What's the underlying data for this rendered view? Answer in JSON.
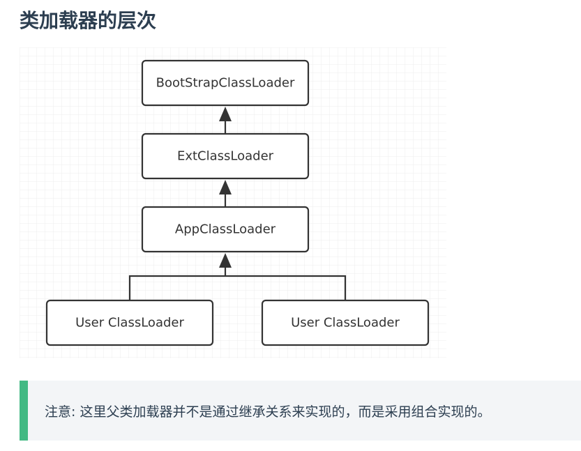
{
  "page": {
    "title": "类加载器的层次"
  },
  "diagram": {
    "nodes": [
      {
        "id": "bootstrap",
        "label": "BootStrapClassLoader"
      },
      {
        "id": "ext",
        "label": "ExtClassLoader"
      },
      {
        "id": "app",
        "label": "AppClassLoader"
      },
      {
        "id": "user1",
        "label": "User ClassLoader"
      },
      {
        "id": "user2",
        "label": "User ClassLoader"
      }
    ],
    "edges": [
      {
        "from": "ext",
        "to": "bootstrap"
      },
      {
        "from": "app",
        "to": "ext"
      },
      {
        "from": "user1",
        "to": "app"
      },
      {
        "from": "user2",
        "to": "app"
      }
    ]
  },
  "note": {
    "accent_color": "#42b983",
    "text": "注意: 这里父类加载器并不是通过继承关系来实现的，而是采用组合实现的。"
  }
}
